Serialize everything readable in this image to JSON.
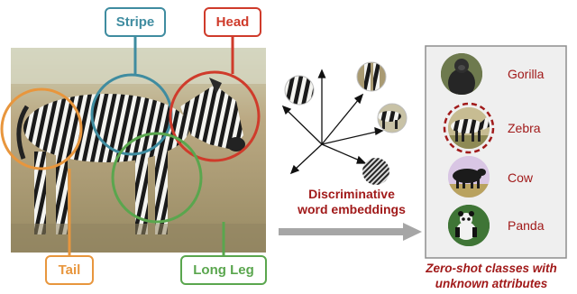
{
  "attributes": {
    "stripe": "Stripe",
    "head": "Head",
    "tail": "Tail",
    "long_leg": "Long Leg"
  },
  "embedding_caption": {
    "line1": "Discriminative",
    "line2": "word embeddings"
  },
  "zero_shot": {
    "classes": [
      "Gorilla",
      "Zebra",
      "Cow",
      "Panda"
    ],
    "highlighted": "Zebra",
    "caption_line1": "Zero-shot classes with",
    "caption_line2": "unknown attributes"
  },
  "colors": {
    "stripe": "#3f8ca0",
    "head": "#cf3b2b",
    "tail": "#e8963d",
    "long_leg": "#5aa64e",
    "caption": "#a11a1a",
    "panel_fill": "#efefef",
    "arrow": "#a6a6a6"
  }
}
